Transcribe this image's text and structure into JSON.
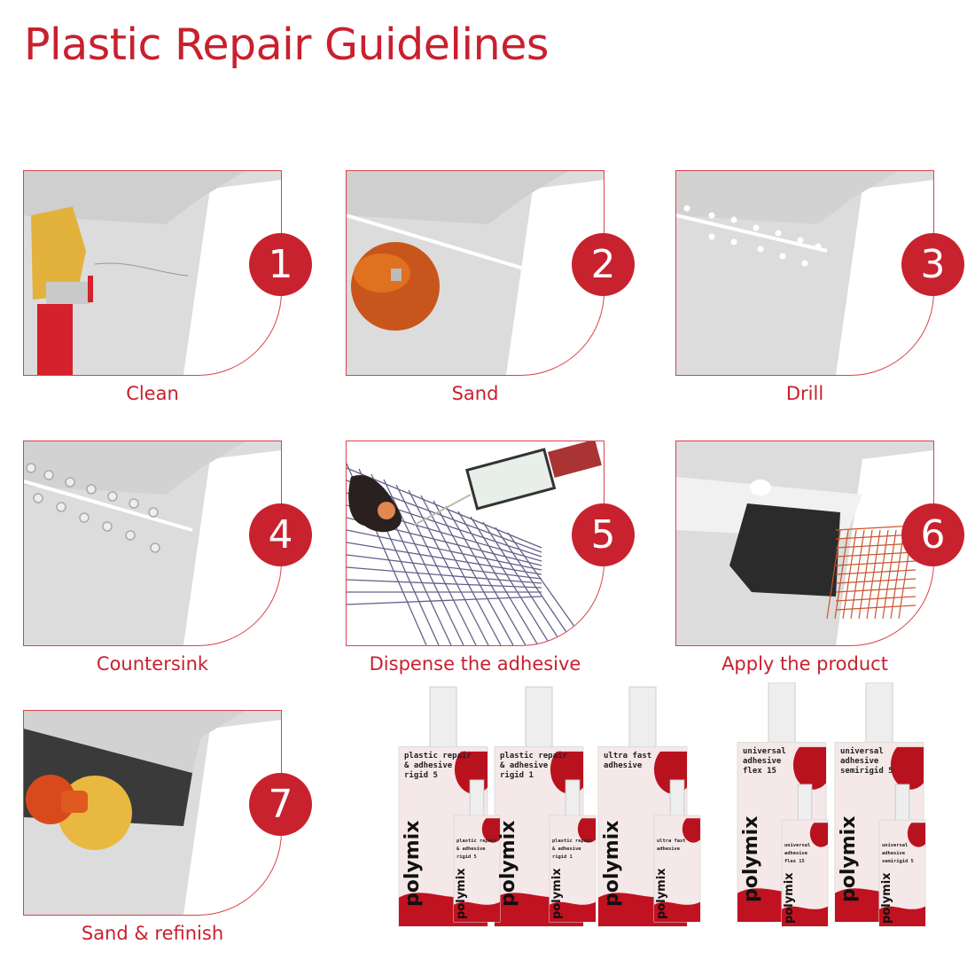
{
  "title": "Plastic Repair Guidelines",
  "accent_color": "#c9202e",
  "steps": [
    {
      "number": "1",
      "label": "Clean"
    },
    {
      "number": "2",
      "label": "Sand"
    },
    {
      "number": "3",
      "label": "Drill"
    },
    {
      "number": "4",
      "label": "Countersink"
    },
    {
      "number": "5",
      "label": "Dispense the adhesive"
    },
    {
      "number": "6",
      "label": "Apply the product"
    },
    {
      "number": "7",
      "label": "Sand & refinish"
    }
  ],
  "products": {
    "brand": "polymix",
    "items": [
      {
        "line1": "plastic repair",
        "line2": "& adhesive",
        "line3": "rigid 5"
      },
      {
        "line1": "plastic repair",
        "line2": "& adhesive",
        "line3": "rigid 1"
      },
      {
        "line1": "ultra fast",
        "line2": "adhesive",
        "line3": ""
      },
      {
        "line1": "universal",
        "line2": "adhesive",
        "line3": "flex 15"
      },
      {
        "line1": "universal",
        "line2": "adhesive",
        "line3": "semirigid 5"
      }
    ]
  }
}
